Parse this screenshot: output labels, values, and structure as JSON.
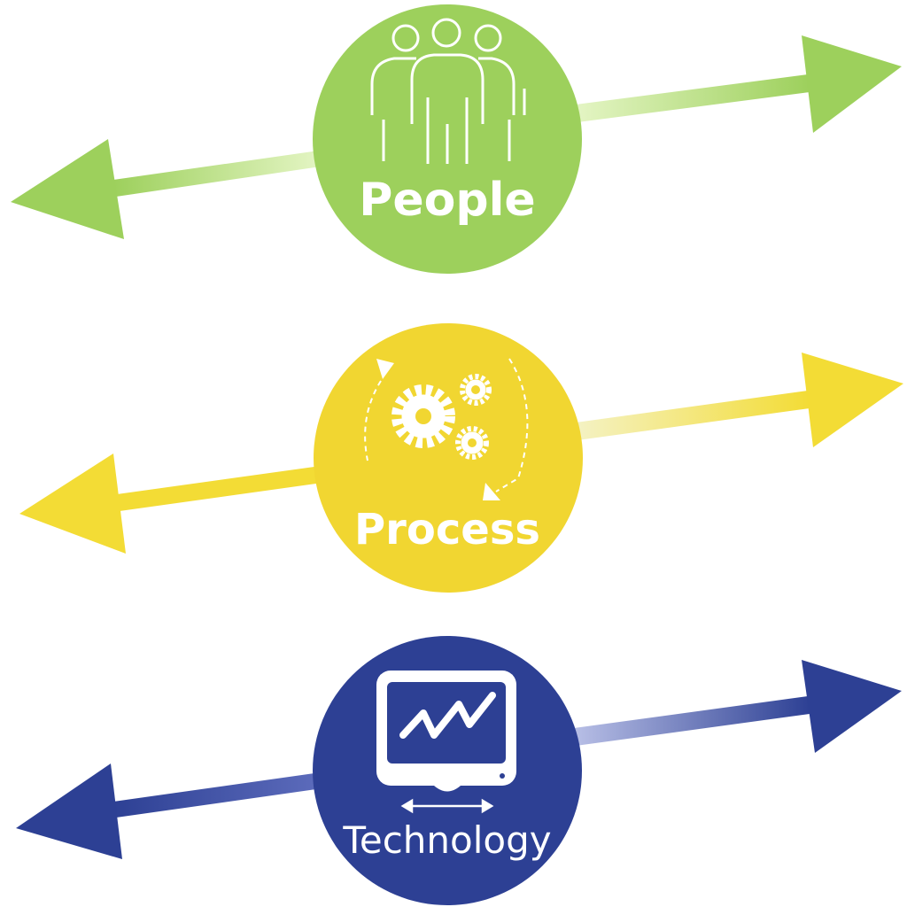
{
  "items": [
    {
      "label": "People",
      "icon": "people-icon",
      "color": "#9dd05c",
      "light": "#e4f5c4"
    },
    {
      "label": "Process",
      "icon": "gears-cycle-icon",
      "color": "#f3dc35",
      "light": "#f6f4c0"
    },
    {
      "label": "Technology",
      "icon": "monitor-chart-icon",
      "color": "#2d4094",
      "light": "#b4bbe4"
    }
  ]
}
